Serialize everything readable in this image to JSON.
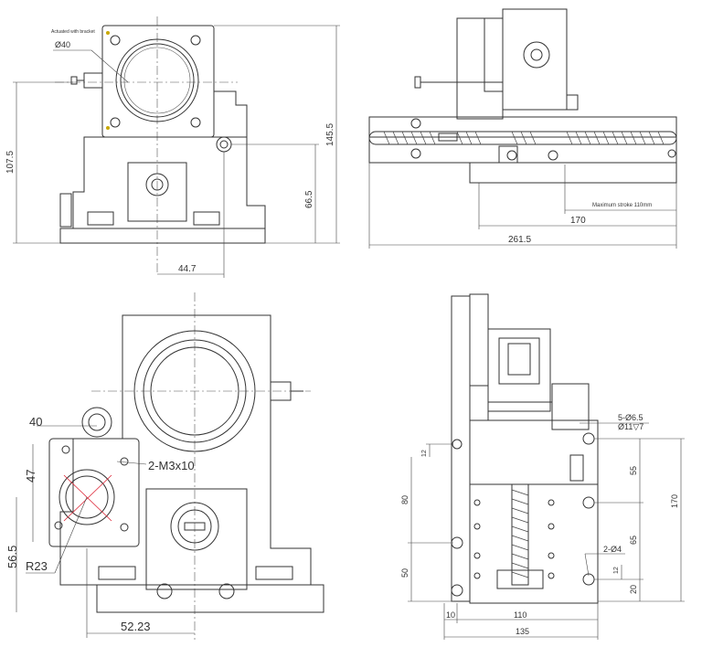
{
  "views": {
    "front": {
      "annotation_small": "Actuated with bracket",
      "diam_label": "Ø40",
      "dim_107": "107.5",
      "dim_145": "145.5",
      "dim_66": "66.5",
      "dim_44": "44.7"
    },
    "side": {
      "stroke_label": "Maximum stroke 110mm",
      "dim_170": "170",
      "dim_261": "261.5"
    },
    "bottom_left": {
      "dim_40": "40",
      "dim_47": "47",
      "dim_56": "56.5",
      "r23": "R23",
      "m3": "2-M3x10",
      "dim_52": "52.23"
    },
    "bottom_right": {
      "hole_a": "5-Ø6.5",
      "hole_b": "Ø11▽7",
      "dim_12": "12",
      "dim_80": "80",
      "dim_55": "55",
      "dim_170": "170",
      "dim_65": "65",
      "hole_c": "2-Ø4",
      "dim_12b": "12",
      "dim_50": "50",
      "dim_20": "20",
      "dim_10": "10",
      "dim_110": "110",
      "dim_135": "135"
    }
  },
  "colors": {
    "line": "#333333",
    "accent": "#dd2233",
    "hole_mark": "#c8a800"
  }
}
